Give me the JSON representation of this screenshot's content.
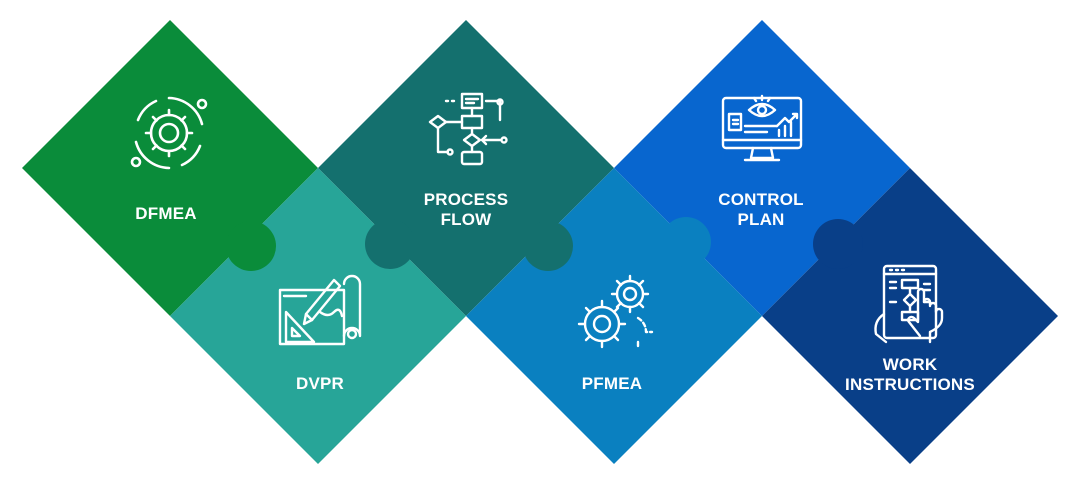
{
  "pieces": [
    {
      "id": "dfmea",
      "lines": [
        "DFMEA"
      ],
      "color": "#0a8c3a",
      "icon": "gear-cycle-icon"
    },
    {
      "id": "dvpr",
      "lines": [
        "DVPR"
      ],
      "color": "#27a598",
      "icon": "blueprint-icon"
    },
    {
      "id": "process-flow",
      "lines": [
        "PROCESS",
        "FLOW"
      ],
      "color": "#14706e",
      "icon": "flowchart-icon"
    },
    {
      "id": "pfmea",
      "lines": [
        "PFMEA"
      ],
      "color": "#0a80c0",
      "icon": "gears-icon"
    },
    {
      "id": "control-plan",
      "lines": [
        "CONTROL",
        "PLAN"
      ],
      "color": "#0866cf",
      "icon": "monitor-eye-icon"
    },
    {
      "id": "work-instructions",
      "lines": [
        "WORK",
        "INSTRUCTIONS"
      ],
      "color": "#093f88",
      "icon": "touch-tablet-icon"
    }
  ]
}
